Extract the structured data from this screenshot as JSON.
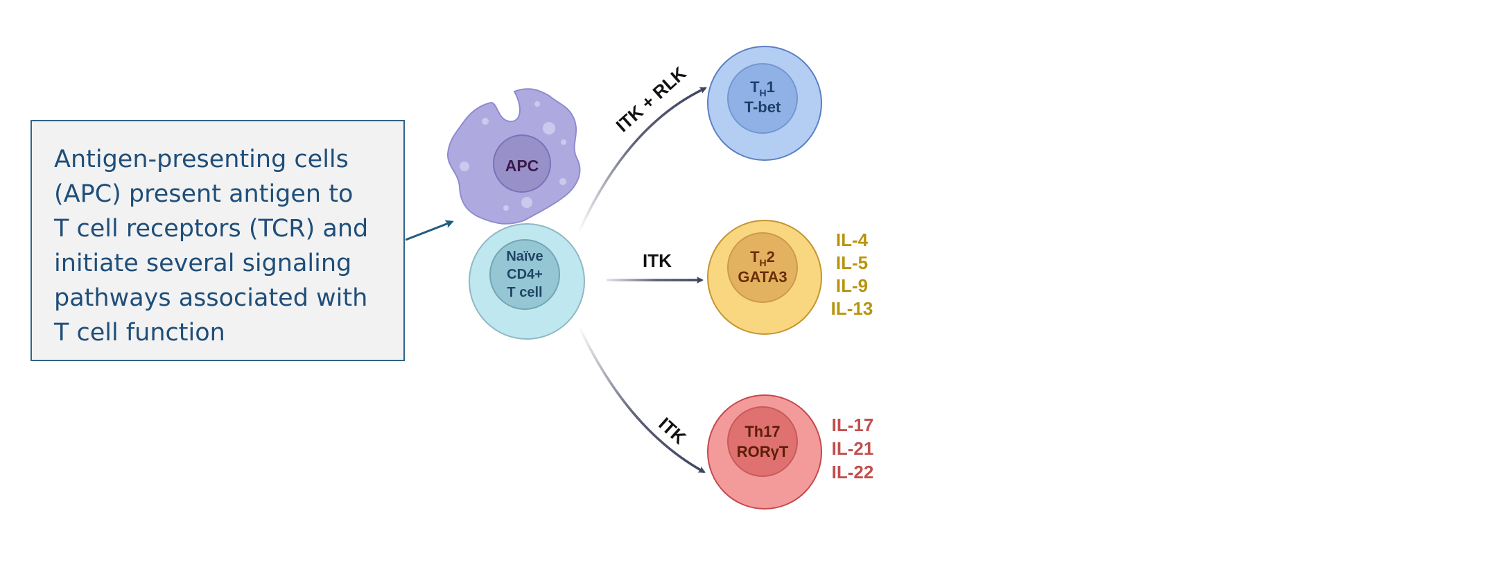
{
  "info_box": {
    "lines": [
      "Antigen-presenting cells",
      "(APC) present antigen to",
      "T cell receptors (TCR) and",
      "initiate several signaling",
      "pathways associated with",
      "T cell function"
    ]
  },
  "apc": {
    "label": "APC"
  },
  "naive_cell": {
    "lines": [
      "Naïve",
      "CD4+",
      "T cell"
    ]
  },
  "pathways": [
    {
      "kinase": "ITK + RLK"
    },
    {
      "kinase": "ITK"
    },
    {
      "kinase": "ITK"
    }
  ],
  "th1": {
    "line1_main": "T",
    "line1_sub": "H",
    "line1_tail": "1",
    "line2": "T-bet"
  },
  "th2": {
    "line1_main": "T",
    "line1_sub": "H",
    "line1_tail": "2",
    "line2": "GATA3",
    "cytokines": [
      "IL-4",
      "IL-5",
      "IL-9",
      "IL-13"
    ]
  },
  "th17": {
    "line1": "Th17",
    "line2": "RORγT",
    "cytokines": [
      "IL-17",
      "IL-21",
      "IL-22"
    ]
  },
  "colors": {
    "box_border": "#2e6487",
    "box_text": "#1f4e79",
    "apc_body": "#aeaae0",
    "apc_nucleus": "#9890c9",
    "naive_outer": "#bfe7ef",
    "naive_inner": "#95c6d4",
    "th1_outer": "#b3cdf3",
    "th1_inner": "#8fb1e6",
    "th2_outer": "#f9d680",
    "th2_inner": "#e2b260",
    "th17_outer": "#f39a9b",
    "th17_inner": "#df7270",
    "il_th2": "#b8940d",
    "il_th17": "#c24e4e",
    "arrow": "#3f4460"
  }
}
